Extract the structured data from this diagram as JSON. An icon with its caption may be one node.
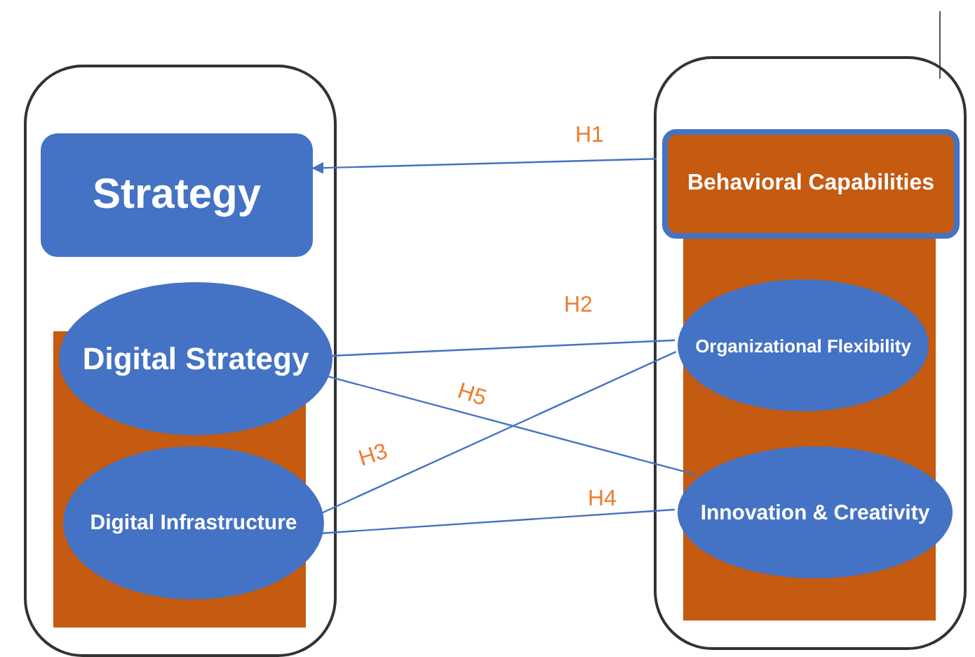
{
  "diagram": {
    "nodes": [
      {
        "text": [],
        "shape": "box"
      },
      {
        "text": [
          "Strategy"
        ],
        "in": 0
      },
      {
        "text": [
          "Digital Strategy"
        ],
        "in": 0
      },
      {
        "text": [
          "Digital Infrastructure"
        ],
        "in": 0
      },
      {
        "text": [],
        "shape": "box"
      },
      {
        "text": [
          "Behavioral Capabilities"
        ],
        "in": 4
      },
      {
        "text": [
          "Organizational Flexibility"
        ],
        "in": 4
      },
      {
        "text": [
          "Innovation & Creativity"
        ],
        "in": 4
      }
    ],
    "edges": [
      {
        "from": 5,
        "to": 1,
        "arrow": "to",
        "label": "H1"
      },
      {
        "from": 2,
        "to": 6,
        "arrow": "none",
        "label": "H2"
      },
      {
        "from": 3,
        "to": 6,
        "arrow": "none",
        "label": "H3"
      },
      {
        "from": 3,
        "to": 7,
        "arrow": "none",
        "label": "H4"
      },
      {
        "from": 2,
        "to": 7,
        "arrow": "none",
        "label": "H5"
      }
    ]
  }
}
